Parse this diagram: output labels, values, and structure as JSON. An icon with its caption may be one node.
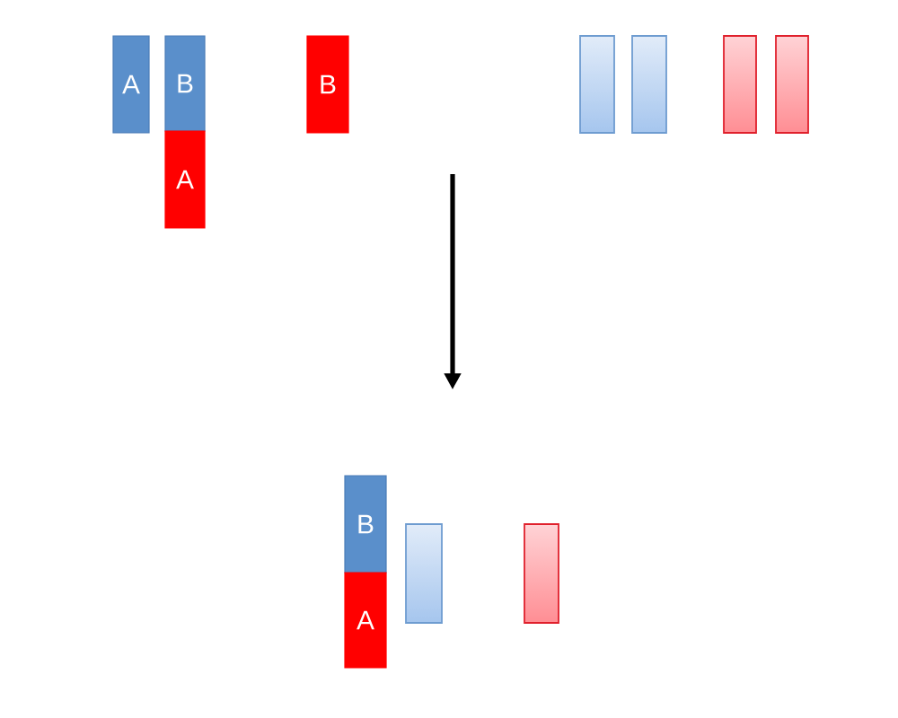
{
  "diagram": {
    "nodes": [
      {
        "text": [
          "A"
        ]
      },
      {
        "text": [
          "B"
        ]
      },
      {
        "text": [
          "A"
        ]
      },
      {
        "text": [
          "B"
        ]
      },
      {
        "text": [],
        "shape": "bar"
      },
      {
        "text": [],
        "shape": "bar"
      },
      {
        "text": [],
        "shape": "bar"
      },
      {
        "text": [],
        "shape": "bar"
      },
      {
        "text": [
          "B"
        ]
      },
      {
        "text": [
          "A"
        ]
      },
      {
        "text": [],
        "shape": "bar"
      },
      {
        "text": [],
        "shape": "bar"
      }
    ]
  }
}
